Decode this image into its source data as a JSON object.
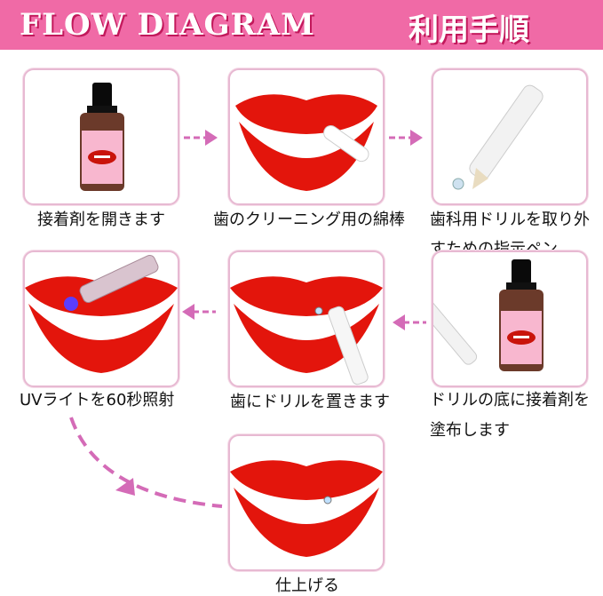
{
  "header": {
    "title": "FLOW DIAGRAM",
    "subtitle": "利用手順"
  },
  "steps": [
    {
      "caption": "接着剤を開きます"
    },
    {
      "caption": "歯のクリーニング用の綿棒"
    },
    {
      "caption_line1": "歯科用ドリルを取り外",
      "caption_line2": "すための指示ペン"
    },
    {
      "caption": "UVライトを60秒照射"
    },
    {
      "caption": "歯にドリルを置きます"
    },
    {
      "caption_line1": "ドリルの底に接着剤を",
      "caption_line2": "塗布します"
    },
    {
      "caption": "仕上げる"
    }
  ],
  "colors": {
    "banner": "#f06aa6",
    "accent_arrow": "#d46bb7",
    "lip_red": "#e3150c",
    "card_border": "#e7b9d2"
  }
}
